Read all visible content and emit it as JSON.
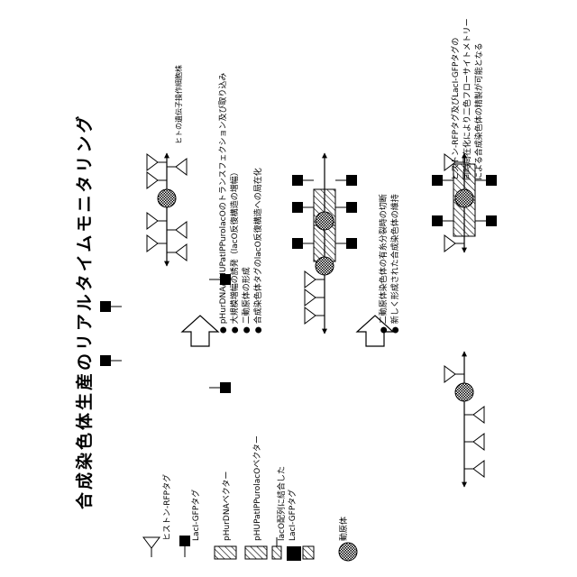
{
  "title": "合成染色体生産のリアルタイムモニタリング",
  "legend": {
    "histone_rfp": "ヒストン-RFPタグ",
    "laci_gfp": "LacI-GFPタグ",
    "phurdna_vector": "pHurDNAベクター",
    "phupatippurolaco_vector": "pHUPatIPPurolacOベクター",
    "laco_bound_line1": "lacO配列に結合した",
    "laco_bound_line2": "LacI-GFPタグ",
    "centromere": "動原体"
  },
  "stage1_label": "ヒトの遺伝子操作細胞株",
  "step1": [
    "pHurDNA/pHUPatIPPurolacOのトランスフェクション及び取り込み",
    "大規模増幅の誘発（lacO反復構造の増幅）",
    "二動原体の形成",
    "合成染色体タグのlacO反復構造への局在化"
  ],
  "step2": [
    "二動原体染色体の有糸分裂時の切断",
    "新しく形成された合成染色体の維持"
  ],
  "stage4_label": [
    "ヒストン-RFPタグ及びLacI-GFPタグの",
    "同時局在化により二色フローサイトメトリー",
    "による合成染色体の精製が可能となる"
  ],
  "colors": {
    "ink": "#000000",
    "paper": "#ffffff"
  }
}
